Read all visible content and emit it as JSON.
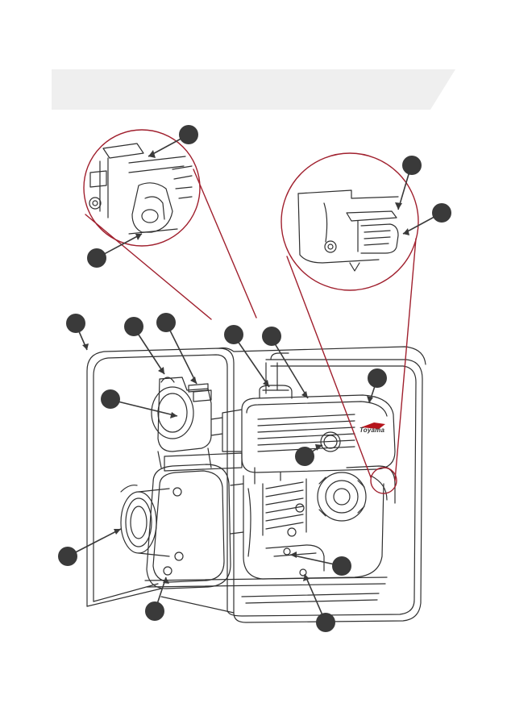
{
  "banner": {
    "fill": "#efefef",
    "text": ""
  },
  "colors": {
    "outline": "#2f2f2f",
    "callout": "#3a3a3a",
    "zoom_ring": "#a0202e",
    "brand": "#b5141c"
  },
  "logo": {
    "brand_text": "Toyama"
  },
  "callouts": [
    {
      "name": "callout-zoom-left-top",
      "label": ""
    },
    {
      "name": "callout-zoom-left-bottom",
      "label": ""
    },
    {
      "name": "callout-zoom-right-top",
      "label": ""
    },
    {
      "name": "callout-zoom-right-middle",
      "label": ""
    },
    {
      "name": "callout-frame-top",
      "label": ""
    },
    {
      "name": "callout-priming-cap",
      "label": ""
    },
    {
      "name": "callout-discharge-top",
      "label": ""
    },
    {
      "name": "callout-fuel-cap",
      "label": ""
    },
    {
      "name": "callout-fuel-tank",
      "label": ""
    },
    {
      "name": "callout-air-filter",
      "label": ""
    },
    {
      "name": "callout-discharge-outlet",
      "label": ""
    },
    {
      "name": "callout-fuel-gauge",
      "label": ""
    },
    {
      "name": "callout-suction-inlet",
      "label": ""
    },
    {
      "name": "callout-oil-fill",
      "label": ""
    },
    {
      "name": "callout-drain-plug",
      "label": ""
    },
    {
      "name": "callout-oil-drain",
      "label": ""
    }
  ]
}
